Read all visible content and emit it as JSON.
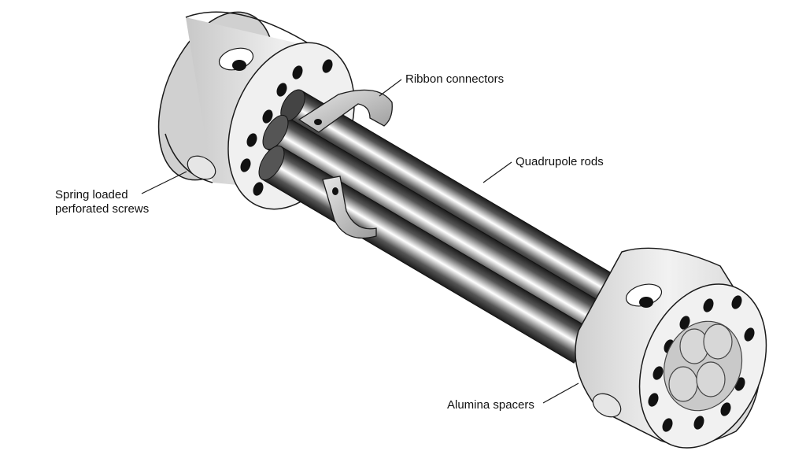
{
  "labels": {
    "ribbon_connectors": "Ribbon connectors",
    "quadrupole_rods": "Quadrupole rods",
    "spring_loaded_line1": "Spring loaded",
    "spring_loaded_line2": "perforated screws",
    "alumina_spacers": "Alumina spacers"
  },
  "colors": {
    "housing_face": "#f0f0f0",
    "housing_side": "#d8d8d8",
    "outline": "#1a1a1a",
    "hole": "#111111",
    "spacer": "#cfcfcf",
    "rod_dark": "#1c1c1c",
    "rod_light": "#ffffff"
  }
}
